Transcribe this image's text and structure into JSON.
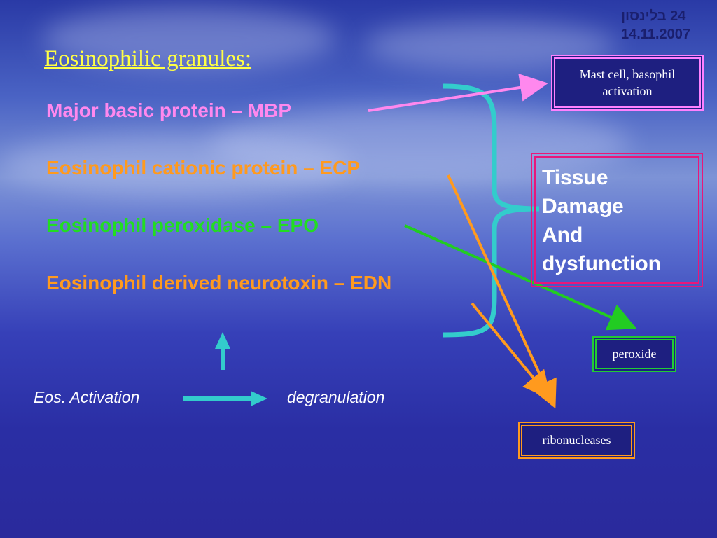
{
  "header": {
    "line1": "24 בלינסון",
    "line2": "14.11.2007"
  },
  "title": "Eosinophilic granules:",
  "granules": {
    "mbp": "Major basic protein – MBP",
    "ecp": "Eosinophil cationic protein – ECP",
    "epo": "Eosinophil peroxidase – EPO",
    "edn": "Eosinophil derived neurotoxin – EDN"
  },
  "boxes": {
    "mast": "Mast cell, basophil activation",
    "tissue_lines": [
      "Tissue",
      "Damage",
      "And",
      "dysfunction"
    ],
    "peroxide": "peroxide",
    "ribonucleases": "ribonucleases"
  },
  "flow": {
    "left": "Eos. Activation",
    "right": "degranulation"
  },
  "colors": {
    "title": "#ffff44",
    "mbp": "#ff88ee",
    "ecp_edn": "#ff9a1e",
    "epo": "#22dd22",
    "brace": "#33cccc",
    "tissue_border": "#e8177a",
    "mast_border": "#ff80ff",
    "peroxide_border": "#22cc33",
    "ribo_border": "#ff9a1e"
  }
}
